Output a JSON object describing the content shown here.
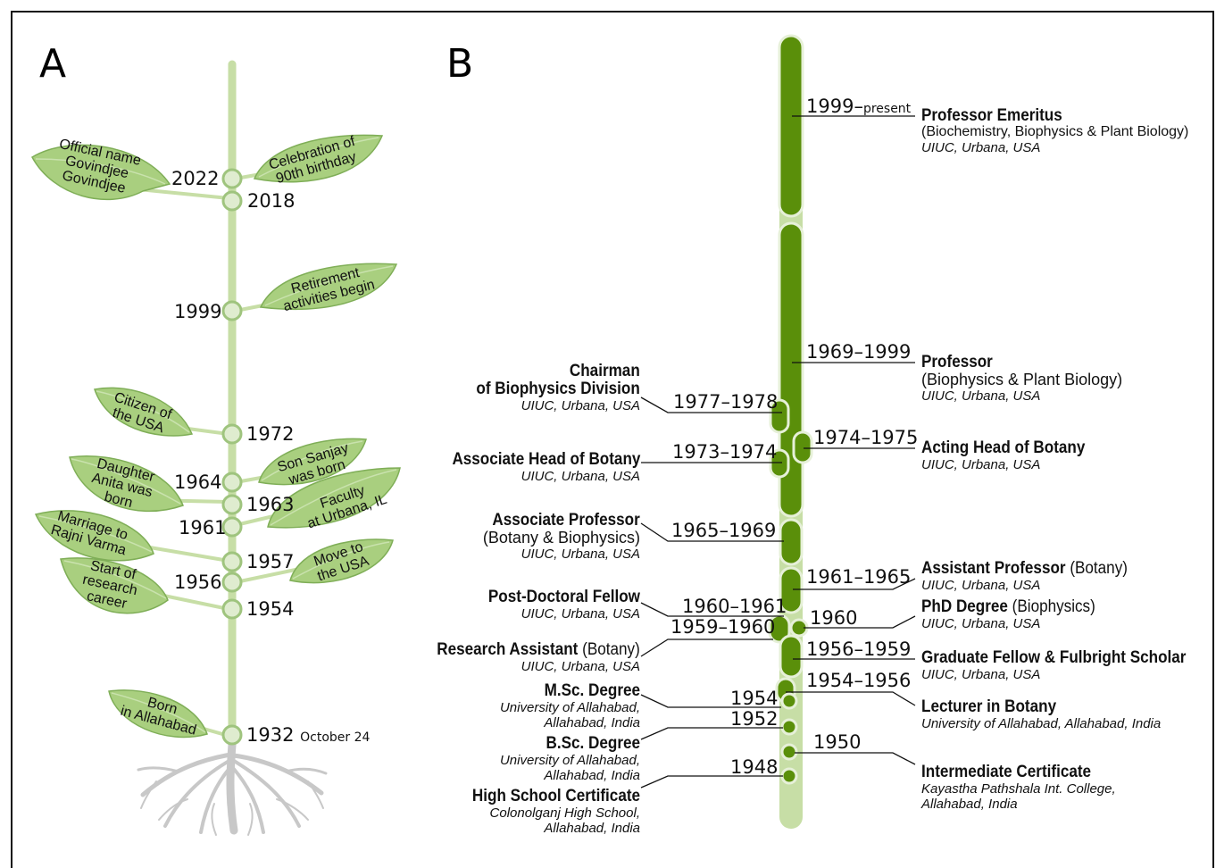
{
  "panels": {
    "a": "A",
    "b": "B"
  },
  "colors": {
    "stem_a": "#c7dea6",
    "stem_b": "#5a8f0a",
    "leaf": "#a9cf7f",
    "leaf_stroke": "#7fae57",
    "root": "#c8c8c8"
  },
  "panel_a": {
    "years": {
      "y2022": "2022",
      "y2018": "2018",
      "y1999": "1999",
      "y1972": "1972",
      "y1964": "1964",
      "y1963": "1963",
      "y1961": "1961",
      "y1957": "1957",
      "y1956": "1956",
      "y1954": "1954",
      "y1932": "1932",
      "y1932_note": "October 24"
    },
    "leaves": {
      "official_name": [
        "Official name",
        "Govindjee",
        "Govindjee"
      ],
      "celebration": [
        "Celebration of",
        "90th birthday"
      ],
      "retirement": [
        "Retirement",
        "activities begin"
      ],
      "citizen": [
        "Citizen of",
        "the USA"
      ],
      "daughter": [
        "Daughter",
        "Anita was",
        "born"
      ],
      "son": [
        "Son Sanjay",
        "was born"
      ],
      "faculty": [
        "Faculty",
        "at Urbana, IL"
      ],
      "marriage": [
        "Marriage to",
        "Rajni Varma"
      ],
      "move": [
        "Move to",
        "the USA"
      ],
      "research": [
        "Start of",
        "research",
        "career"
      ],
      "born": [
        "Born",
        "in Allahabad"
      ]
    }
  },
  "panel_b": {
    "periods": {
      "p1999": "1999–",
      "p1999_present": "present",
      "p1969": "1969–1999",
      "p1977": "1977–1978",
      "p1974": "1974–1975",
      "p1973": "1973–1974",
      "p1965": "1965–1969",
      "p1961": "1961–1965",
      "p1960_61": "1960–1961",
      "p1960": "1960",
      "p1959": "1959–1960",
      "p1956": "1956–1959",
      "p1954_56": "1954–1956",
      "p1954": "1954",
      "p1952": "1952",
      "p1950": "1950",
      "p1948": "1948"
    },
    "roles": {
      "emeritus": {
        "title": "Professor Emeritus",
        "sub": "(Biochemistry, Biophysics & Plant Biology)",
        "inst": "UIUC, Urbana, USA"
      },
      "professor": {
        "title": "Professor",
        "sub": "(Biophysics & Plant Biology)",
        "inst": "UIUC, Urbana, USA"
      },
      "chairman": {
        "title1": "Chairman",
        "title2": "of Biophysics Division",
        "inst": "UIUC, Urbana, USA"
      },
      "acting_head": {
        "title": "Acting Head of Botany",
        "inst": "UIUC, Urbana, USA"
      },
      "assoc_head": {
        "title": "Associate Head of Botany",
        "inst": "UIUC, Urbana, USA"
      },
      "assoc_prof": {
        "title": "Associate Professor",
        "sub": "(Botany & Biophysics)",
        "inst": "UIUC, Urbana, USA"
      },
      "asst_prof": {
        "title": "Assistant Professor",
        "sub": " (Botany)",
        "inst": "UIUC, Urbana, USA"
      },
      "postdoc": {
        "title": "Post-Doctoral Fellow",
        "inst": "UIUC, Urbana, USA"
      },
      "phd": {
        "title": "PhD Degree",
        "sub": " (Biophysics)",
        "inst": "UIUC, Urbana, USA"
      },
      "research_asst": {
        "title": "Research Assistant",
        "sub": " (Botany)",
        "inst": "UIUC, Urbana, USA"
      },
      "grad_fellow": {
        "title": "Graduate Fellow & Fulbright Scholar",
        "inst": "UIUC, Urbana, USA"
      },
      "msc": {
        "title": "M.Sc. Degree",
        "inst1": "University of Allahabad,",
        "inst2": "Allahabad, India"
      },
      "lecturer": {
        "title": "Lecturer in Botany",
        "inst": "University of Allahabad, Allahabad, India"
      },
      "bsc": {
        "title": "B.Sc. Degree",
        "inst1": "University of Allahabad,",
        "inst2": "Allahabad, India"
      },
      "intermediate": {
        "title": "Intermediate Certificate",
        "inst1": "Kayastha Pathshala Int. College,",
        "inst2": "Allahabad, India"
      },
      "high_school": {
        "title": "High School Certificate",
        "inst1": "Colonolganj High School,",
        "inst2": "Allahabad, India"
      }
    }
  }
}
